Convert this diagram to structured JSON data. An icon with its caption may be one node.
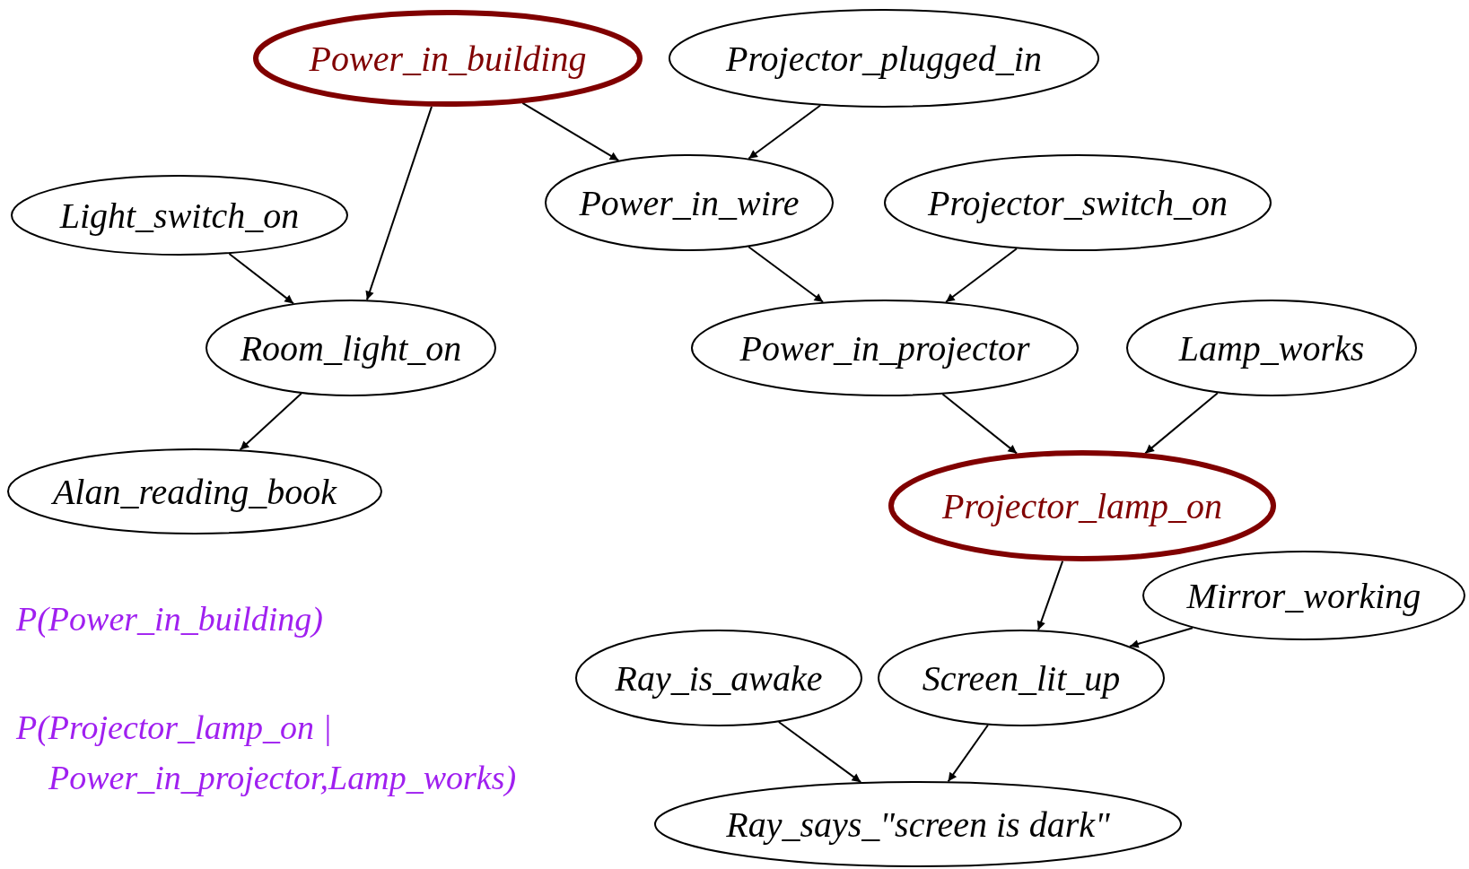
{
  "diagram": {
    "nodes": [
      {
        "text": [
          "Power_in_building"
        ]
      },
      {
        "text": [
          "Projector_plugged_in"
        ]
      },
      {
        "text": [
          "Light_switch_on"
        ]
      },
      {
        "text": [
          "Power_in_wire"
        ]
      },
      {
        "text": [
          "Projector_switch_on"
        ]
      },
      {
        "text": [
          "Room_light_on"
        ]
      },
      {
        "text": [
          "Power_in_projector"
        ]
      },
      {
        "text": [
          "Lamp_works"
        ]
      },
      {
        "text": [
          "Alan_reading_book"
        ]
      },
      {
        "text": [
          "Projector_lamp_on"
        ]
      },
      {
        "text": [
          "Mirror_working"
        ]
      },
      {
        "text": [
          "Ray_is_awake"
        ]
      },
      {
        "text": [
          "Screen_lit_up"
        ]
      },
      {
        "text": [
          "Ray_says_\"screen is dark\""
        ]
      }
    ],
    "edges": [
      {
        "from": 0,
        "to": 5,
        "arrow": "to"
      },
      {
        "from": 0,
        "to": 3,
        "arrow": "to"
      },
      {
        "from": 1,
        "to": 3,
        "arrow": "to"
      },
      {
        "from": 2,
        "to": 5,
        "arrow": "to"
      },
      {
        "from": 3,
        "to": 6,
        "arrow": "to"
      },
      {
        "from": 4,
        "to": 6,
        "arrow": "to"
      },
      {
        "from": 5,
        "to": 8,
        "arrow": "to"
      },
      {
        "from": 6,
        "to": 9,
        "arrow": "to"
      },
      {
        "from": 7,
        "to": 9,
        "arrow": "to"
      },
      {
        "from": 9,
        "to": 12,
        "arrow": "to"
      },
      {
        "from": 10,
        "to": 12,
        "arrow": "to"
      },
      {
        "from": 11,
        "to": 13,
        "arrow": "to"
      },
      {
        "from": 12,
        "to": 13,
        "arrow": "to"
      }
    ],
    "labels": [
      "P(Power_in_building)",
      "P(Projector_lamp_on | Power_in_projector,Lamp_works)"
    ]
  }
}
